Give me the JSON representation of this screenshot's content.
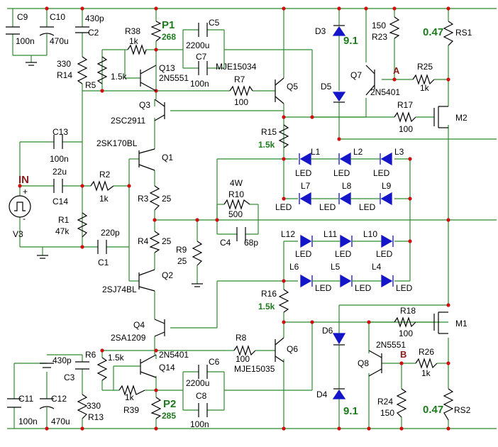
{
  "labels": {
    "c9": "C9",
    "c9v": "100n",
    "c10": "C10",
    "c10v": "470u",
    "c2v": "430p",
    "c2": "C2",
    "p1": "P1",
    "p1v": "268",
    "c5": "C5",
    "c5v": "2200u",
    "c7": "C7",
    "c7v": "100n",
    "r38": "R38",
    "r38v": "1k",
    "q13": "Q13",
    "q13t": "2N5551",
    "r5": "R5",
    "r5v": "1.5k",
    "r14": "R14",
    "r14v": "330",
    "r7": "R7",
    "r7v": "100",
    "q5t": "MJE15034",
    "q5": "Q5",
    "d3": "D3",
    "d3v": "9.1",
    "d5": "D5",
    "r23": "R23",
    "r23v": "150",
    "q7": "Q7",
    "q7t": "2N5401",
    "nodeA": "A",
    "r25": "R25",
    "r25v": "1k",
    "rs1v": "0.47",
    "rs1": "RS1",
    "r17": "R17",
    "r17v": "100",
    "m2": "M2",
    "q3": "Q3",
    "q3t": "2SC2911",
    "r15": "R15",
    "r15v": "1.5k",
    "q1t": "2SK170BL",
    "q1": "Q1",
    "l1": "L1",
    "l2": "L2",
    "l3": "L3",
    "led": "LED",
    "c13": "C13",
    "c13v": "100n",
    "c14v": "22u",
    "c14": "C14",
    "in": "IN",
    "r2": "R2",
    "r2v": "1k",
    "r3": "R3",
    "r3v": "25",
    "l7": "L7",
    "l8": "L8",
    "l9": "L9",
    "r10p": "4W",
    "r10": "R10",
    "r10v": "500",
    "v3": "V3",
    "r1": "R1",
    "r1v": "47k",
    "c1v": "220p",
    "c1": "C1",
    "r4": "R4",
    "r4v": "25",
    "r9": "R9",
    "r9v": "25",
    "c4": "C4",
    "c4v": "68p",
    "l12": "L12",
    "l11": "L11",
    "l10": "L10",
    "l6": "L6",
    "l5": "L5",
    "l4": "L4",
    "q2": "Q2",
    "q2t": "2SJ74BL",
    "r16": "R16",
    "r16v": "1.5k",
    "q4": "Q4",
    "q4t": "2SA1209",
    "r18": "R18",
    "r18v": "100",
    "m1": "M1",
    "d6": "D6",
    "c3v": "430p",
    "c3": "C3",
    "r6": "R6",
    "r6v": "1.5k",
    "q14t": "2N5401",
    "q14": "Q14",
    "c6": "C6",
    "c6v": "2200u",
    "r8": "R8",
    "r8v": "100",
    "q6": "Q6",
    "q6t": "MJE15035",
    "q8t": "2N5551",
    "nodeB": "B",
    "r26": "R26",
    "r26v": "1k",
    "q8": "Q8",
    "r39": "R39",
    "r39v": "1k",
    "c8": "C8",
    "c8v": "100n",
    "p2": "P2",
    "p2v": "285",
    "c11": "C11",
    "c11v": "100n",
    "c12": "C12",
    "c12v": "470u",
    "r13v": "330",
    "r13": "R13",
    "d4": "D4",
    "d4v": "9.1",
    "r24": "R24",
    "r24v": "150",
    "rs2v": "0.47",
    "rs2": "RS2",
    "plus": "+",
    "minus": "-"
  },
  "colors": {
    "wire": "#2e8b2e",
    "component": "#000000",
    "led": "#1414c8",
    "node": "#d01010",
    "highlight": "#1c7a1c",
    "input": "#8b1a1a"
  }
}
